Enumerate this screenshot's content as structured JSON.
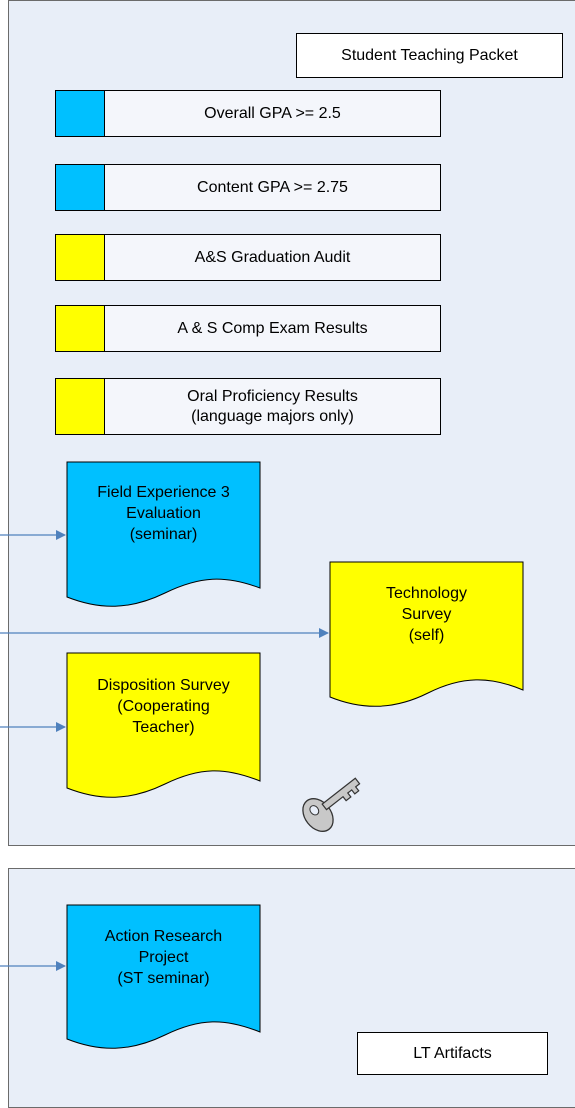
{
  "title_box": "Student Teaching Packet",
  "requirements": [
    {
      "label": "Overall GPA >= 2.5",
      "color": "#00c0ff"
    },
    {
      "label": "Content GPA >= 2.75",
      "color": "#00c0ff"
    },
    {
      "label": "A&S Graduation Audit",
      "color": "#ffff00"
    },
    {
      "label": "A & S Comp  Exam Results",
      "color": "#ffff00"
    },
    {
      "label": "Oral Proficiency Results\n(language majors only)",
      "color": "#ffff00"
    }
  ],
  "documents": [
    {
      "label": "Field Experience 3\nEvaluation\n(seminar)",
      "color": "#00c0ff"
    },
    {
      "label": "Technology\nSurvey\n(self)",
      "color": "#ffff00"
    },
    {
      "label": "Disposition Survey\n(Cooperating\nTeacher)",
      "color": "#ffff00"
    },
    {
      "label": "Action Research\nProject\n(ST seminar)",
      "color": "#00c0ff"
    }
  ],
  "lt_box": "LT Artifacts",
  "key_icon": "key-icon",
  "colors": {
    "panel": "#e8eef8",
    "arrow": "#4f81bd",
    "blue": "#00c0ff",
    "yellow": "#ffff00"
  }
}
